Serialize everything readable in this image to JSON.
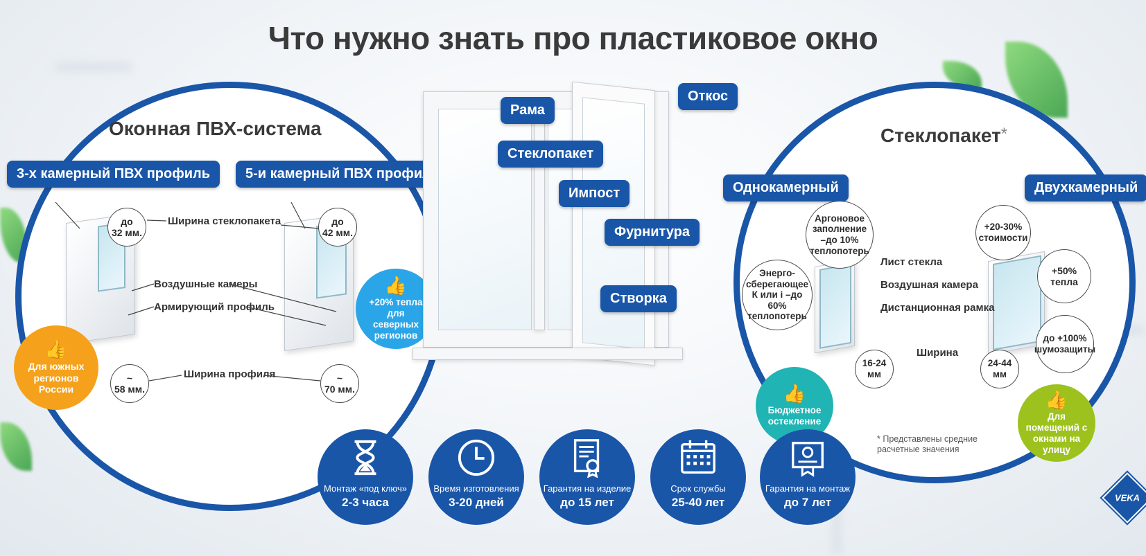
{
  "title": "Что нужно знать про пластиковое окно",
  "left": {
    "title": "Оконная ПВХ-система",
    "profile3": "3-х камерный ПВХ профиль",
    "profile5": "5-и камерный ПВХ профиль",
    "c_do32": "до\n32 мм.",
    "c_do42": "до\n42 мм.",
    "c_58": "~\n58 мм.",
    "c_70": "~\n70 мм.",
    "l_width_glass": "Ширина стеклопакета",
    "l_air": "Воздушные камеры",
    "l_armor": "Армирующий профиль",
    "l_width_profile": "Ширина профиля",
    "badge_south": "Для южных регионов России",
    "badge_north": "+20% тепла для северных регионов"
  },
  "window": {
    "rama": "Рама",
    "otkos": "Откос",
    "steklopaket": "Стеклопакет",
    "impost": "Импост",
    "furnitura": "Фурнитура",
    "stvorka": "Створка"
  },
  "right": {
    "title": "Стеклопакет",
    "asterisk": "*",
    "single": "Однокамерный",
    "double": "Двухкамерный",
    "argon": "Аргоновое заполнение –до 10% теплопотерь",
    "energy": "Энерго-сберегающее К или i –до 60% теплопотерь",
    "cost": "+20-30% стоимости",
    "warm": "+50% тепла",
    "noise": "до +100% шумозащиты",
    "c_16": "16-24 мм",
    "c_24": "24-44 мм",
    "l_sheet": "Лист стекла",
    "l_air": "Воздушная камера",
    "l_frame": "Дистанционная рамка",
    "l_width": "Ширина",
    "badge_budget": "Бюджетное остекление",
    "badge_rooms": "Для помещений с окнами на улицу",
    "note": "* Представлены средние расчетные значения"
  },
  "features": [
    {
      "label": "Монтаж «под ключ»",
      "value": "2-3 часа",
      "icon": "hourglass-icon"
    },
    {
      "label": "Время изготовления",
      "value": "3-20 дней",
      "icon": "clock-icon"
    },
    {
      "label": "Гарантия на изделие",
      "value": "до 15 лет",
      "icon": "certificate-icon"
    },
    {
      "label": "Срок службы",
      "value": "25-40 лет",
      "icon": "calendar-icon"
    },
    {
      "label": "Гарантия на монтаж",
      "value": "до 7 лет",
      "icon": "diploma-icon"
    }
  ],
  "logo": "VEKA",
  "colors": {
    "brand_blue": "#1a56a8",
    "orange": "#f5a11c",
    "light_blue": "#2aa6e8",
    "teal": "#21b4b4",
    "lime": "#9dc21e"
  }
}
